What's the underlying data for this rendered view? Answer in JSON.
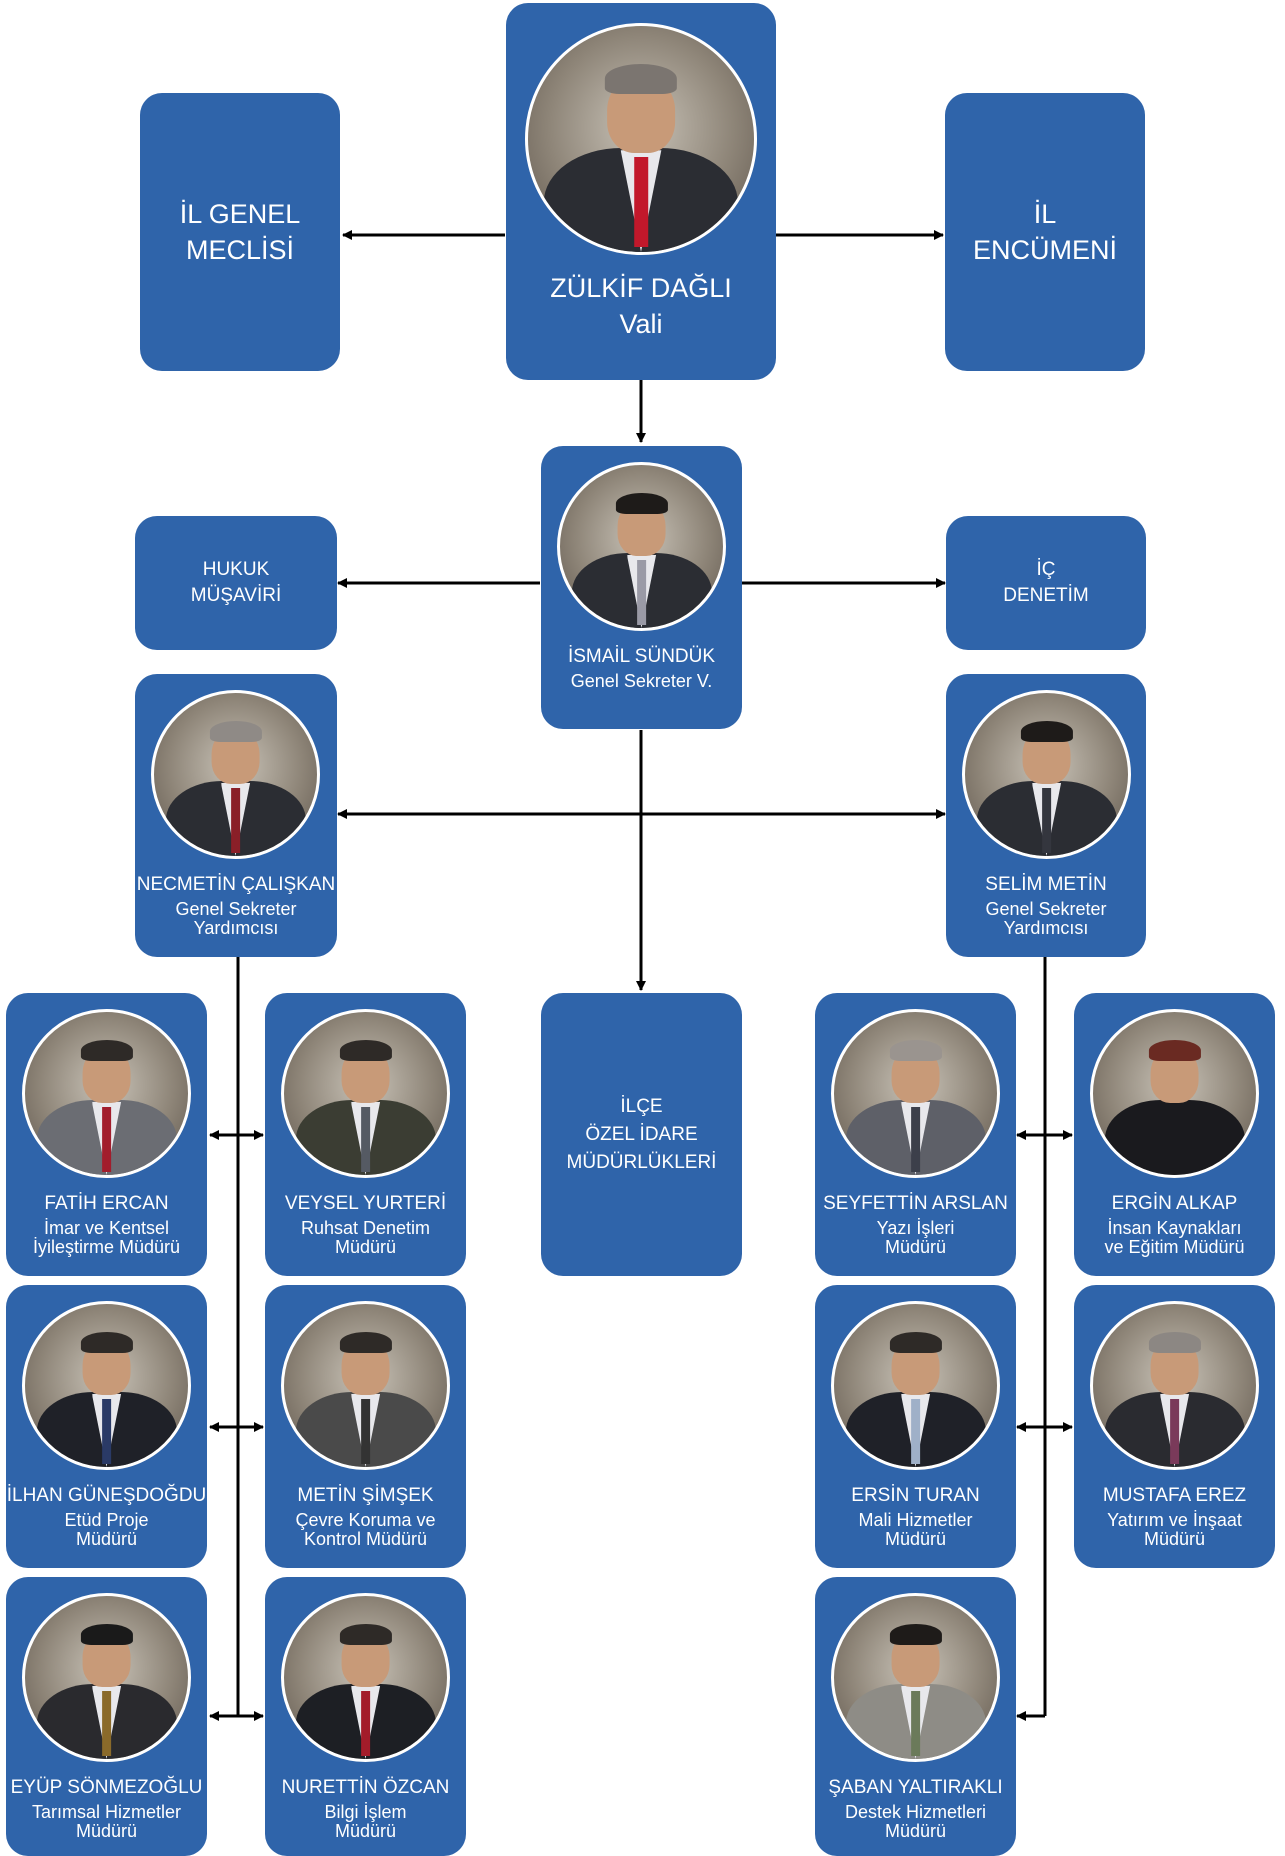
{
  "colors": {
    "box": "#2f64aa",
    "line": "#000000",
    "text": "#ffffff"
  },
  "governor": {
    "name": "ZÜLKİF DAĞLI",
    "title": "Vali"
  },
  "il_genel_meclisi": [
    "İL GENEL",
    "MECLİSİ"
  ],
  "il_encumeni": [
    "İL",
    "ENCÜMENİ"
  ],
  "secretary": {
    "name": "İSMAİL SÜNDÜK",
    "title": "Genel Sekreter V."
  },
  "hukuk": [
    "HUKUK",
    "MÜŞAVİRİ"
  ],
  "ic_denetim": [
    "İÇ",
    "DENETİM"
  ],
  "deputy_left": {
    "name": "NECMETİN ÇALIŞKAN",
    "title1": "Genel Sekreter",
    "title2": "Yardımcısı"
  },
  "deputy_right": {
    "name": "SELİM METİN",
    "title1": "Genel Sekreter",
    "title2": "Yardımcısı"
  },
  "ilce": [
    "İLÇE",
    "ÖZEL İDARE",
    "MÜDÜRLÜKLERİ"
  ],
  "directors": {
    "fatih": {
      "name": "FATİH ERCAN",
      "title1": "İmar ve Kentsel",
      "title2": "İyileştirme Müdürü"
    },
    "veysel": {
      "name": "VEYSEL YURTERİ",
      "title1": "Ruhsat Denetim",
      "title2": "Müdürü"
    },
    "ilhan": {
      "name": "İLHAN GÜNEŞDOĞDU",
      "title1": "Etüd Proje",
      "title2": "Müdürü"
    },
    "metin": {
      "name": "METİN ŞİMŞEK",
      "title1": "Çevre Koruma ve",
      "title2": "Kontrol Müdürü"
    },
    "eyup": {
      "name": "EYÜP SÖNMEZOĞLU",
      "title1": "Tarımsal Hizmetler",
      "title2": "Müdürü"
    },
    "nurettin": {
      "name": "NURETTİN ÖZCAN",
      "title1": "Bilgi İşlem",
      "title2": "Müdürü"
    },
    "seyfettin": {
      "name": "SEYFETTİN ARSLAN",
      "title1": "Yazı İşleri",
      "title2": "Müdürü"
    },
    "ergin": {
      "name": "ERGİN ALKAP",
      "title1": "İnsan Kaynakları",
      "title2": "ve Eğitim Müdürü"
    },
    "ersin": {
      "name": "ERSİN TURAN",
      "title1": "Mali Hizmetler",
      "title2": "Müdürü"
    },
    "mustafa": {
      "name": "MUSTAFA EREZ",
      "title1": "Yatırım ve İnşaat",
      "title2": "Müdürü"
    },
    "saban": {
      "name": "ŞABAN YALTIRAKLI",
      "title1": "Destek Hizmetleri",
      "title2": "Müdürü"
    }
  }
}
